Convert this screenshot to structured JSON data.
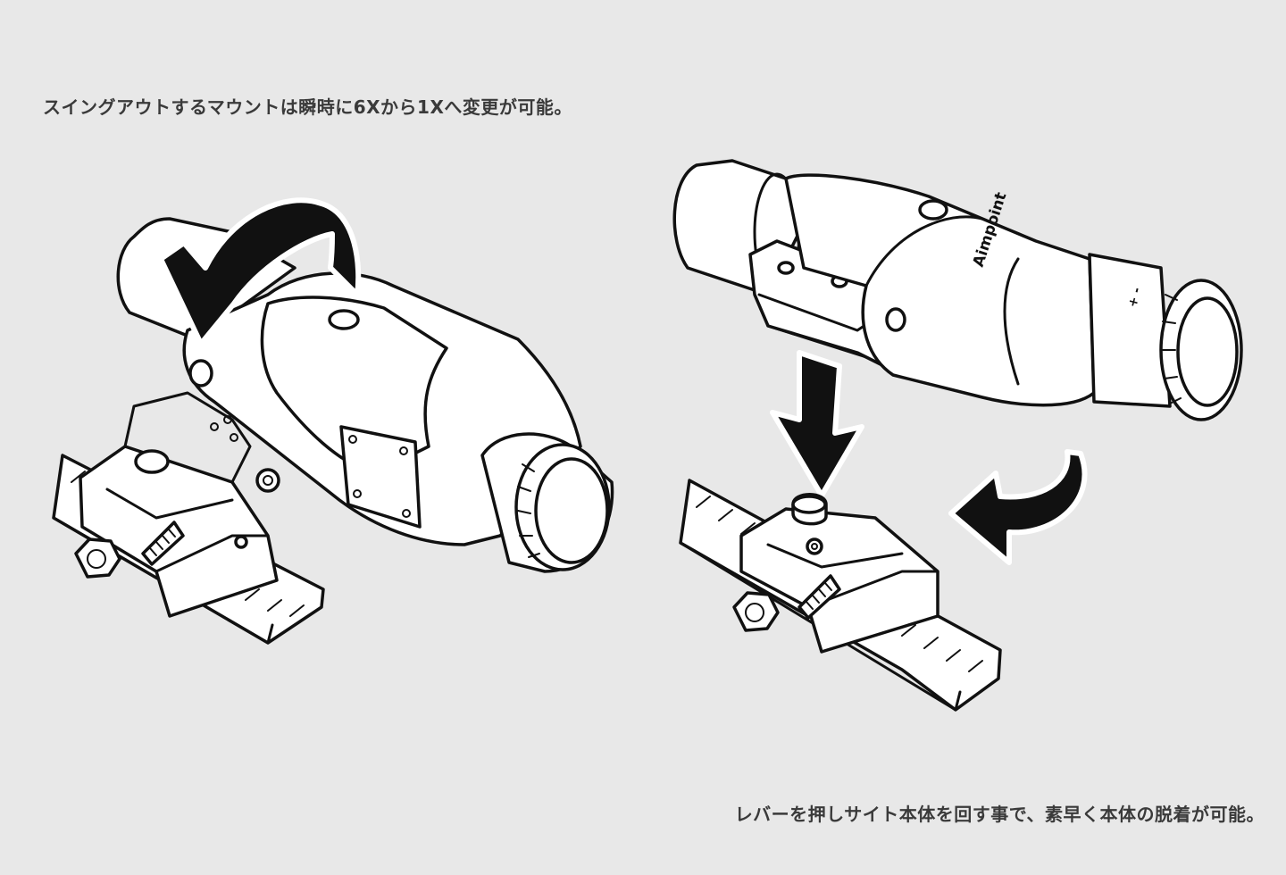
{
  "captions": {
    "top": "スイングアウトするマウントは瞬時に6Xから1Xへ変更が可能。",
    "bottom": "レバーを押しサイト本体を回す事で、素早く本体の脱着が可能。"
  },
  "product": {
    "brand_label": "Aimpoint",
    "adjust_marks": "+ -"
  },
  "colors": {
    "background": "#e8e8e8",
    "line": "#111111",
    "fill": "#ffffff",
    "text": "#3a3a3a"
  }
}
